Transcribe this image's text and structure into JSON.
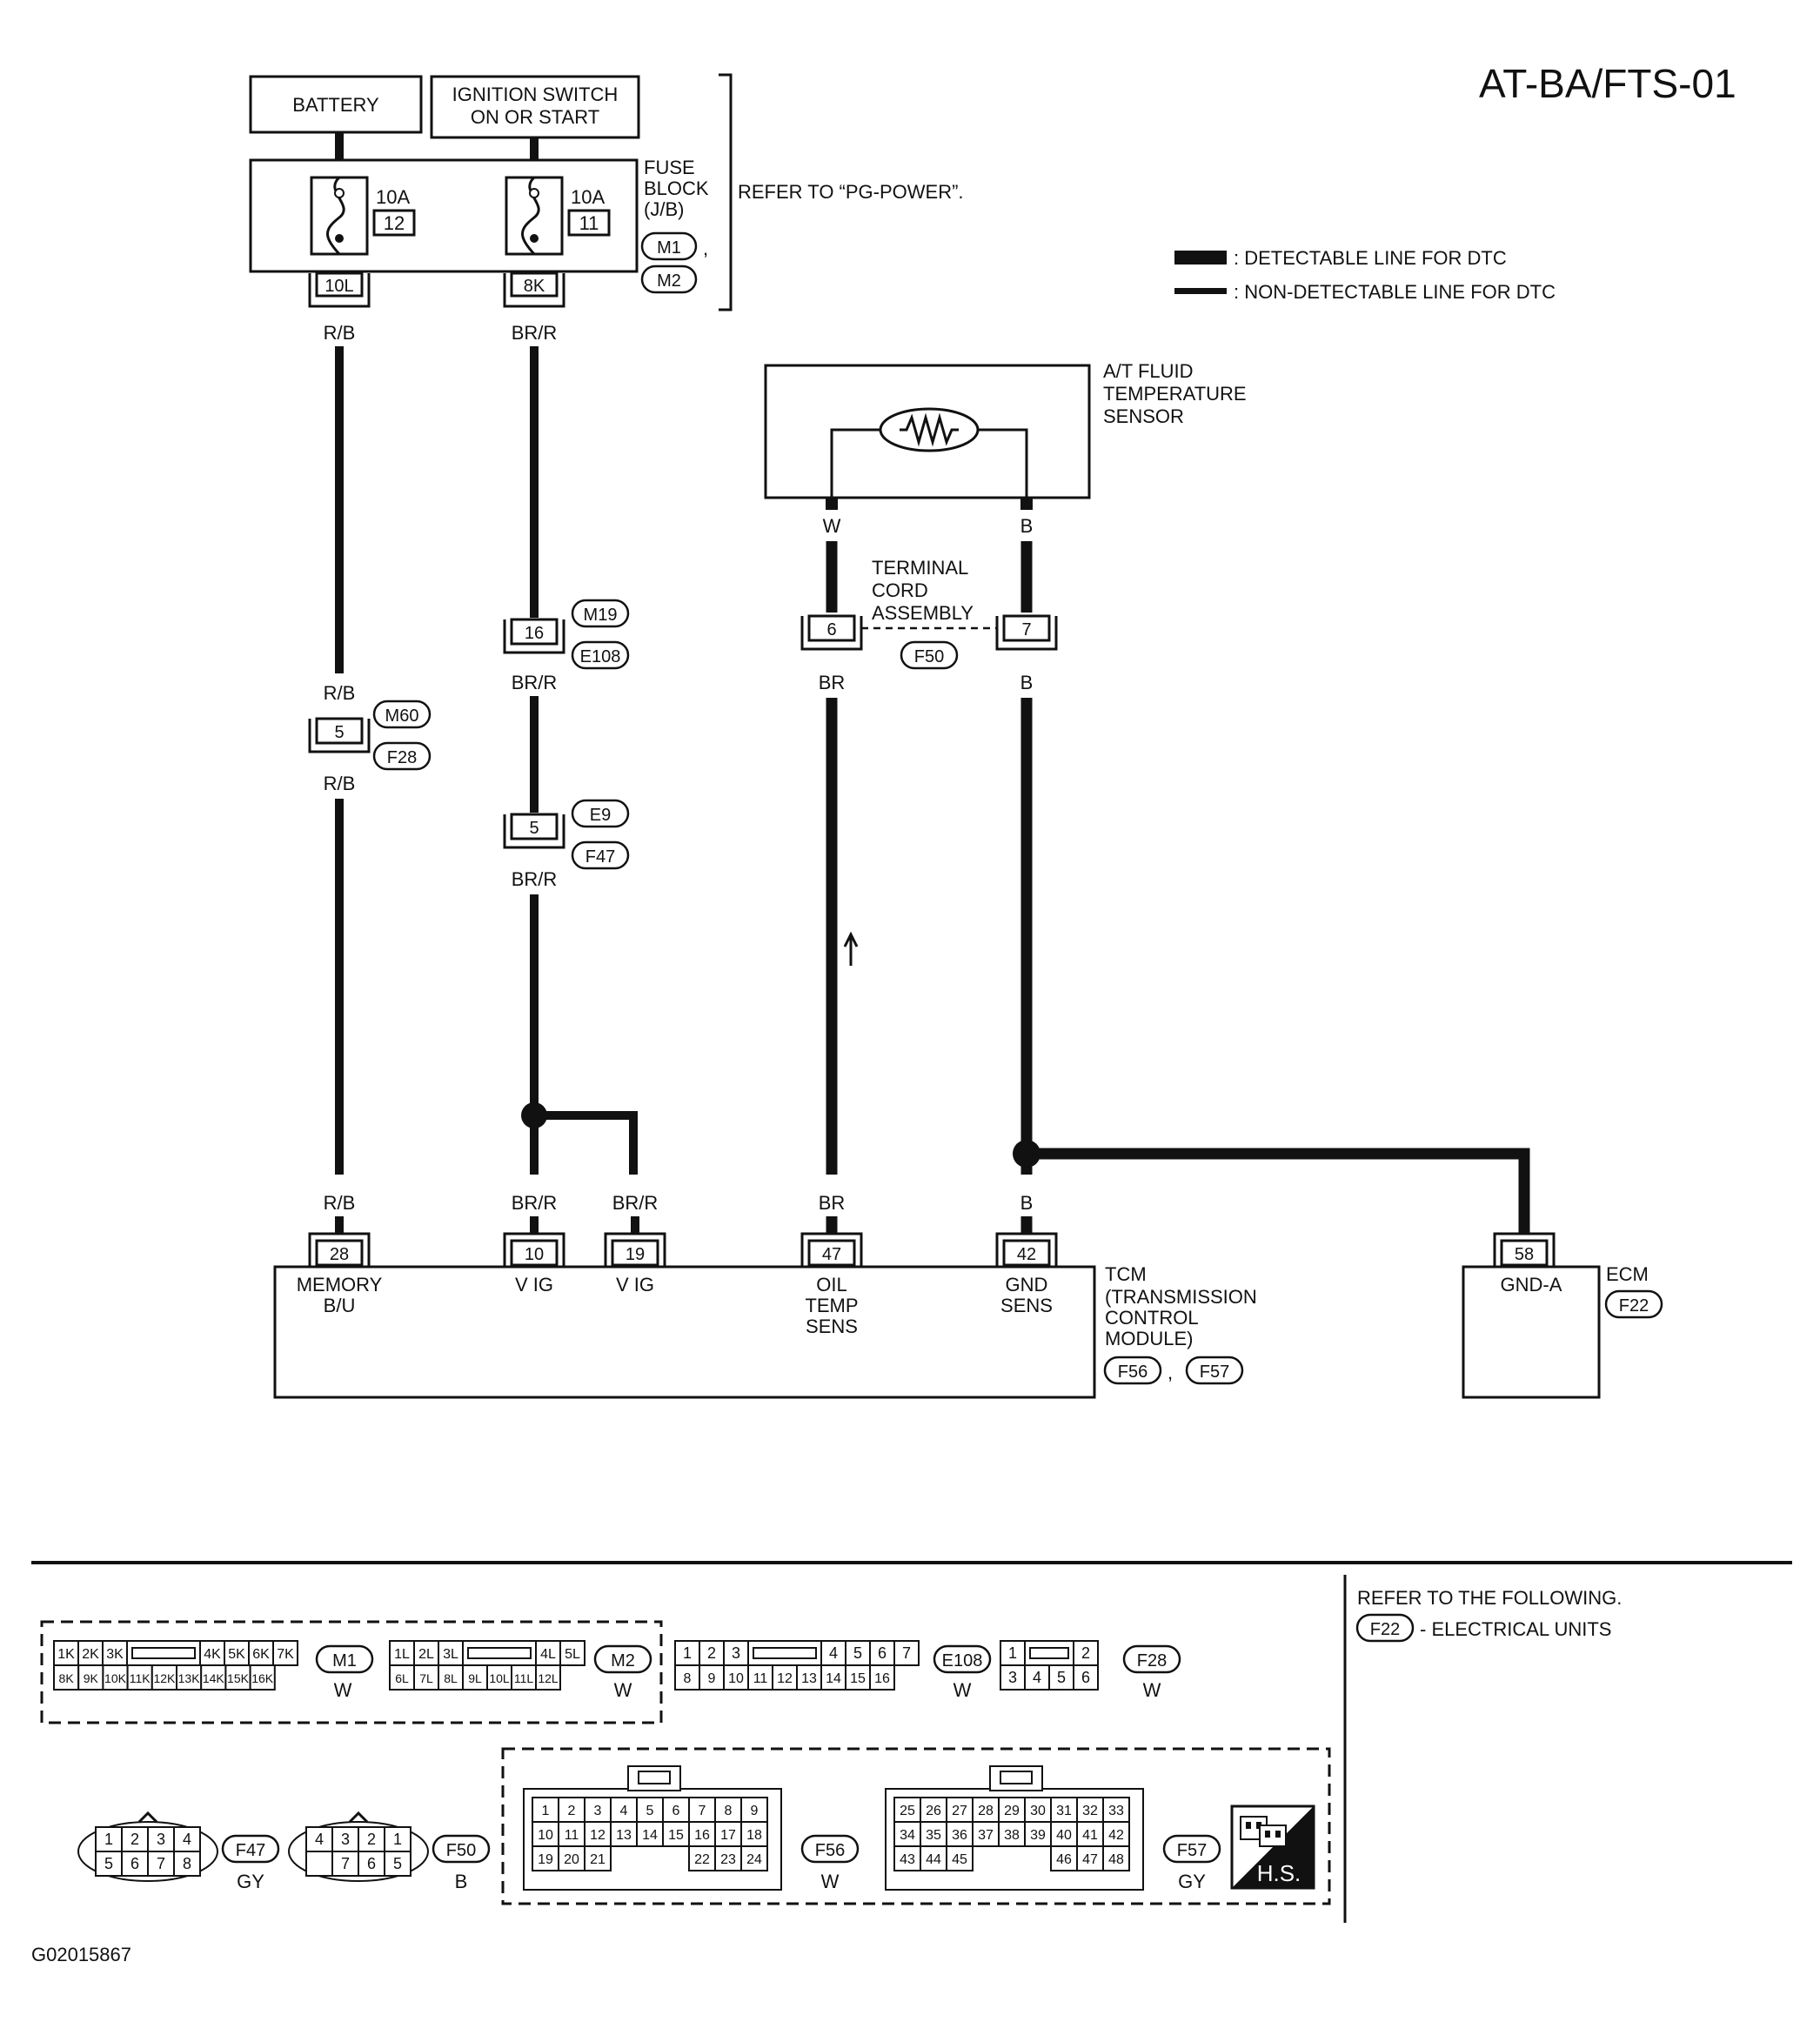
{
  "diagram_id": "AT-BA/FTS-01",
  "figure_code": "G02015867",
  "legend": {
    "detectable": ": DETECTABLE LINE FOR DTC",
    "non_detectable": ": NON-DETECTABLE LINE FOR DTC"
  },
  "power": {
    "battery": "BATTERY",
    "ignition_line1": "IGNITION SWITCH",
    "ignition_line2": "ON OR START",
    "fuse_rating_1": "10A",
    "fuse_num_1": "12",
    "fuse_rating_2": "10A",
    "fuse_num_2": "11",
    "fuse_block_line1": "FUSE",
    "fuse_block_line2": "BLOCK",
    "fuse_block_line3": "(J/B)",
    "fuse_conn_1": "M1",
    "fuse_conn_sep": ",",
    "fuse_conn_2": "M2",
    "refer": "REFER TO “PG-POWER”.",
    "terminal_1": "10L",
    "terminal_2": "8K"
  },
  "wires": {
    "rb": "R/B",
    "brr": "BR/R",
    "w": "W",
    "b": "B",
    "br": "BR"
  },
  "joints": {
    "m60_term": "5",
    "m60": "M60",
    "f28": "F28",
    "m19_term": "16",
    "m19": "M19",
    "e108": "E108",
    "e9_term": "5",
    "e9": "E9",
    "f47": "F47"
  },
  "sensor": {
    "line1": "A/T FLUID",
    "line2": "TEMPERATURE",
    "line3": "SENSOR",
    "cord1": "TERMINAL",
    "cord2": "CORD",
    "cord3": "ASSEMBLY",
    "cord_conn": "F50",
    "term_w": "6",
    "term_b": "7"
  },
  "tcm": {
    "terminals": [
      "28",
      "10",
      "19",
      "47",
      "42"
    ],
    "memory1": "MEMORY",
    "memory2": "B/U",
    "vig": "V IG",
    "oil1": "OIL",
    "oil2": "TEMP",
    "oil3": "SENS",
    "gnd1": "GND",
    "gnd2": "SENS",
    "title1": "TCM",
    "title2": "(TRANSMISSION",
    "title3": "CONTROL",
    "title4": "MODULE)",
    "conn1": "F56",
    "conn_sep": ",",
    "conn2": "F57"
  },
  "ecm": {
    "terminal": "58",
    "pin_name": "GND-A",
    "title": "ECM",
    "conn": "F22"
  },
  "refer_following": {
    "title": "REFER TO THE FOLLOWING.",
    "conn": "F22",
    "desc": "- ELECTRICAL UNITS"
  },
  "connectors": {
    "m1": {
      "name": "M1",
      "color": "W",
      "row1": [
        "1K",
        "2K",
        "3K",
        "",
        "4K",
        "5K",
        "6K",
        "7K"
      ],
      "row2": [
        "8K",
        "9K",
        "10K",
        "11K",
        "12K",
        "13K",
        "14K",
        "15K",
        "16K"
      ]
    },
    "m2": {
      "name": "M2",
      "color": "W",
      "row1": [
        "1L",
        "2L",
        "3L",
        "",
        "4L",
        "5L"
      ],
      "row2": [
        "6L",
        "7L",
        "8L",
        "9L",
        "10L",
        "11L",
        "12L"
      ]
    },
    "e108": {
      "name": "E108",
      "color": "W",
      "row1": [
        "1",
        "2",
        "3",
        "",
        "4",
        "5",
        "6",
        "7"
      ],
      "row2": [
        "8",
        "9",
        "10",
        "11",
        "12",
        "13",
        "14",
        "15",
        "16"
      ]
    },
    "f28": {
      "name": "F28",
      "color": "W",
      "row1": [
        "1",
        "",
        "2"
      ],
      "row2": [
        "3",
        "4",
        "5",
        "6"
      ]
    },
    "f47": {
      "name": "F47",
      "color": "GY",
      "row1": [
        "1",
        "2",
        "3",
        "4"
      ],
      "row2": [
        "5",
        "6",
        "7",
        "8"
      ]
    },
    "f50": {
      "name": "F50",
      "color": "B",
      "row1": [
        "4",
        "3",
        "2",
        "1"
      ],
      "row2": [
        "",
        "7",
        "6",
        "5"
      ]
    },
    "f56": {
      "name": "F56",
      "color": "W",
      "row1": [
        "1",
        "2",
        "3",
        "4",
        "5",
        "6",
        "7",
        "8",
        "9"
      ],
      "row2": [
        "10",
        "11",
        "12",
        "13",
        "14",
        "15",
        "16",
        "17",
        "18"
      ],
      "row3": [
        "19",
        "20",
        "21",
        "22",
        "23",
        "24"
      ]
    },
    "f57": {
      "name": "F57",
      "color": "GY",
      "row1": [
        "25",
        "26",
        "27",
        "28",
        "29",
        "30",
        "31",
        "32",
        "33"
      ],
      "row2": [
        "34",
        "35",
        "36",
        "37",
        "38",
        "39",
        "40",
        "41",
        "42"
      ],
      "row3": [
        "43",
        "44",
        "45",
        "46",
        "47",
        "48"
      ]
    },
    "hs": "H.S."
  }
}
